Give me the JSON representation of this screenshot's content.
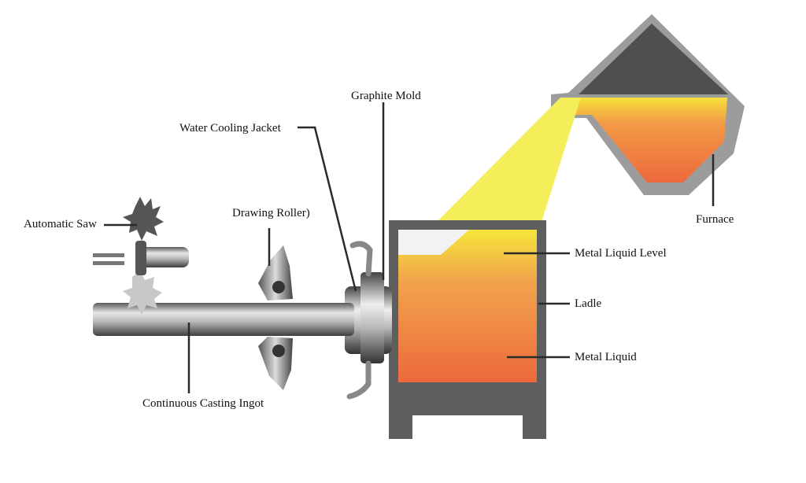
{
  "labels": {
    "graphite_mold": "Graphite Mold",
    "water_cooling_jacket": "Water Cooling Jacket",
    "automatic_saw": "Automatic Saw",
    "drawing_roller": "Drawing Roller)",
    "furnace": "Furnace",
    "metal_liquid_level": "Metal Liquid Level",
    "ladle": "Ladle",
    "metal_liquid": "Metal Liquid",
    "continuous_casting_ingot": "Continuous Casting Ingot"
  },
  "colors": {
    "molten_top": "#f5e63a",
    "molten_mid": "#f29a4a",
    "molten_bottom": "#ec6a3c",
    "pour_stream": "#f4ee5a",
    "steel_light": "#d8d8d8",
    "steel_dark": "#4a4a4a",
    "ladle_frame": "#5e5e5e",
    "furnace_shell": "#9a9a9a",
    "furnace_cover": "#555555"
  }
}
